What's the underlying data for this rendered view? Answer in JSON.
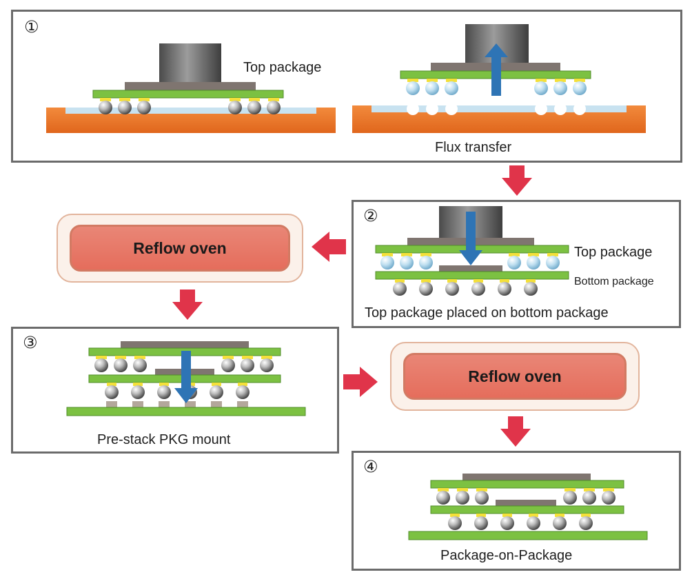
{
  "steps": [
    {
      "number": "①",
      "labels": {
        "top_package": "Top package",
        "caption": "Flux transfer"
      }
    },
    {
      "number": "②",
      "labels": {
        "top_package": "Top package",
        "bottom_package": "Bottom package",
        "caption": "Top package placed on bottom package"
      }
    },
    {
      "number": "③",
      "labels": {
        "caption": "Pre-stack PKG mount"
      }
    },
    {
      "number": "④",
      "labels": {
        "caption": "Package-on-Package"
      }
    }
  ],
  "ovens": [
    {
      "label": "Reflow oven"
    },
    {
      "label": "Reflow oven"
    }
  ],
  "colors": {
    "substrate": "#7cc142",
    "die": "#7f7570",
    "flux_tray": "#ee7a2c",
    "flux": "#c8e2f0",
    "arrow_process": "#e0344a",
    "arrow_motion": "#2e74b5",
    "pad": "#f4e03a",
    "panel_border": "#6b6b6b"
  },
  "icons": [
    "solder-ball-icon",
    "die-icon",
    "substrate-icon",
    "flux-tray-icon",
    "down-arrow-icon",
    "up-arrow-icon",
    "process-arrow-icon"
  ]
}
